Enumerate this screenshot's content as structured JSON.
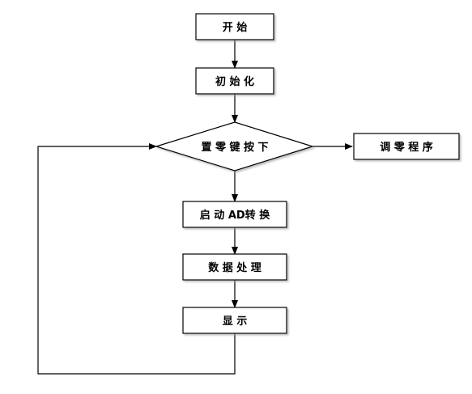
{
  "flowchart": {
    "start": "开 始",
    "init": "初 始 化",
    "decision": "置 零 键 按 下",
    "zero_routine": "调 零 程 序",
    "ad_convert": "启 动 AD转 换",
    "process": "数 据 处 理",
    "display": "显 示"
  }
}
